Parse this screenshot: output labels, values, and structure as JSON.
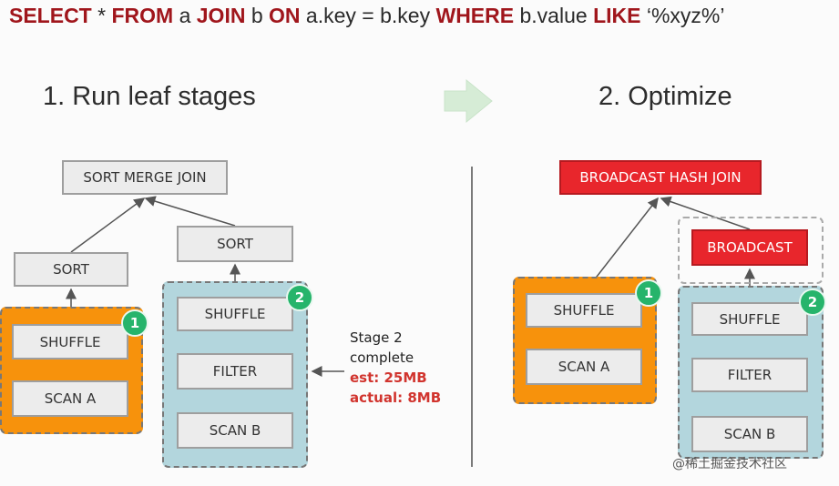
{
  "query": {
    "tokens": [
      {
        "text": "SELECT",
        "kw": true
      },
      {
        "text": " * ",
        "kw": false
      },
      {
        "text": "FROM",
        "kw": true
      },
      {
        "text": " a ",
        "kw": false
      },
      {
        "text": "JOIN",
        "kw": true
      },
      {
        "text": " b ",
        "kw": false
      },
      {
        "text": "ON",
        "kw": true
      },
      {
        "text": " a.key = b.key ",
        "kw": false
      },
      {
        "text": "WHERE",
        "kw": true
      },
      {
        "text": " b.value ",
        "kw": false
      },
      {
        "text": "LIKE",
        "kw": true
      },
      {
        "text": " ‘%xyz%’",
        "kw": false
      }
    ]
  },
  "left": {
    "title": "1.  Run leaf stages",
    "sort_merge_join": "SORT MERGE JOIN",
    "sort_a": "SORT",
    "sort_b": "SORT",
    "shuffle_a": "SHUFFLE",
    "scan_a": "SCAN A",
    "shuffle_b": "SHUFFLE",
    "filter_b": "FILTER",
    "scan_b": "SCAN B",
    "badge_a": "1",
    "badge_b": "2"
  },
  "note": {
    "line1": "Stage 2",
    "line2": "complete",
    "est": "est: 25MB",
    "actual": "actual: 8MB"
  },
  "right": {
    "title": "2. Optimize",
    "broadcast_hash_join": "BROADCAST HASH JOIN",
    "broadcast": "BROADCAST",
    "shuffle_a": "SHUFFLE",
    "scan_a": "SCAN A",
    "shuffle_b": "SHUFFLE",
    "filter_b": "FILTER",
    "scan_b": "SCAN B",
    "badge_a": "1",
    "badge_b": "2"
  },
  "watermark": "@稀土掘金技术社区",
  "colors": {
    "keyword": "#a0161c",
    "stage_orange": "#f7920c",
    "stage_blue": "#b3d6dd",
    "badge_green": "#26b46b",
    "highlight_red": "#e8262c",
    "arrow_green": "#d6ecd6"
  }
}
